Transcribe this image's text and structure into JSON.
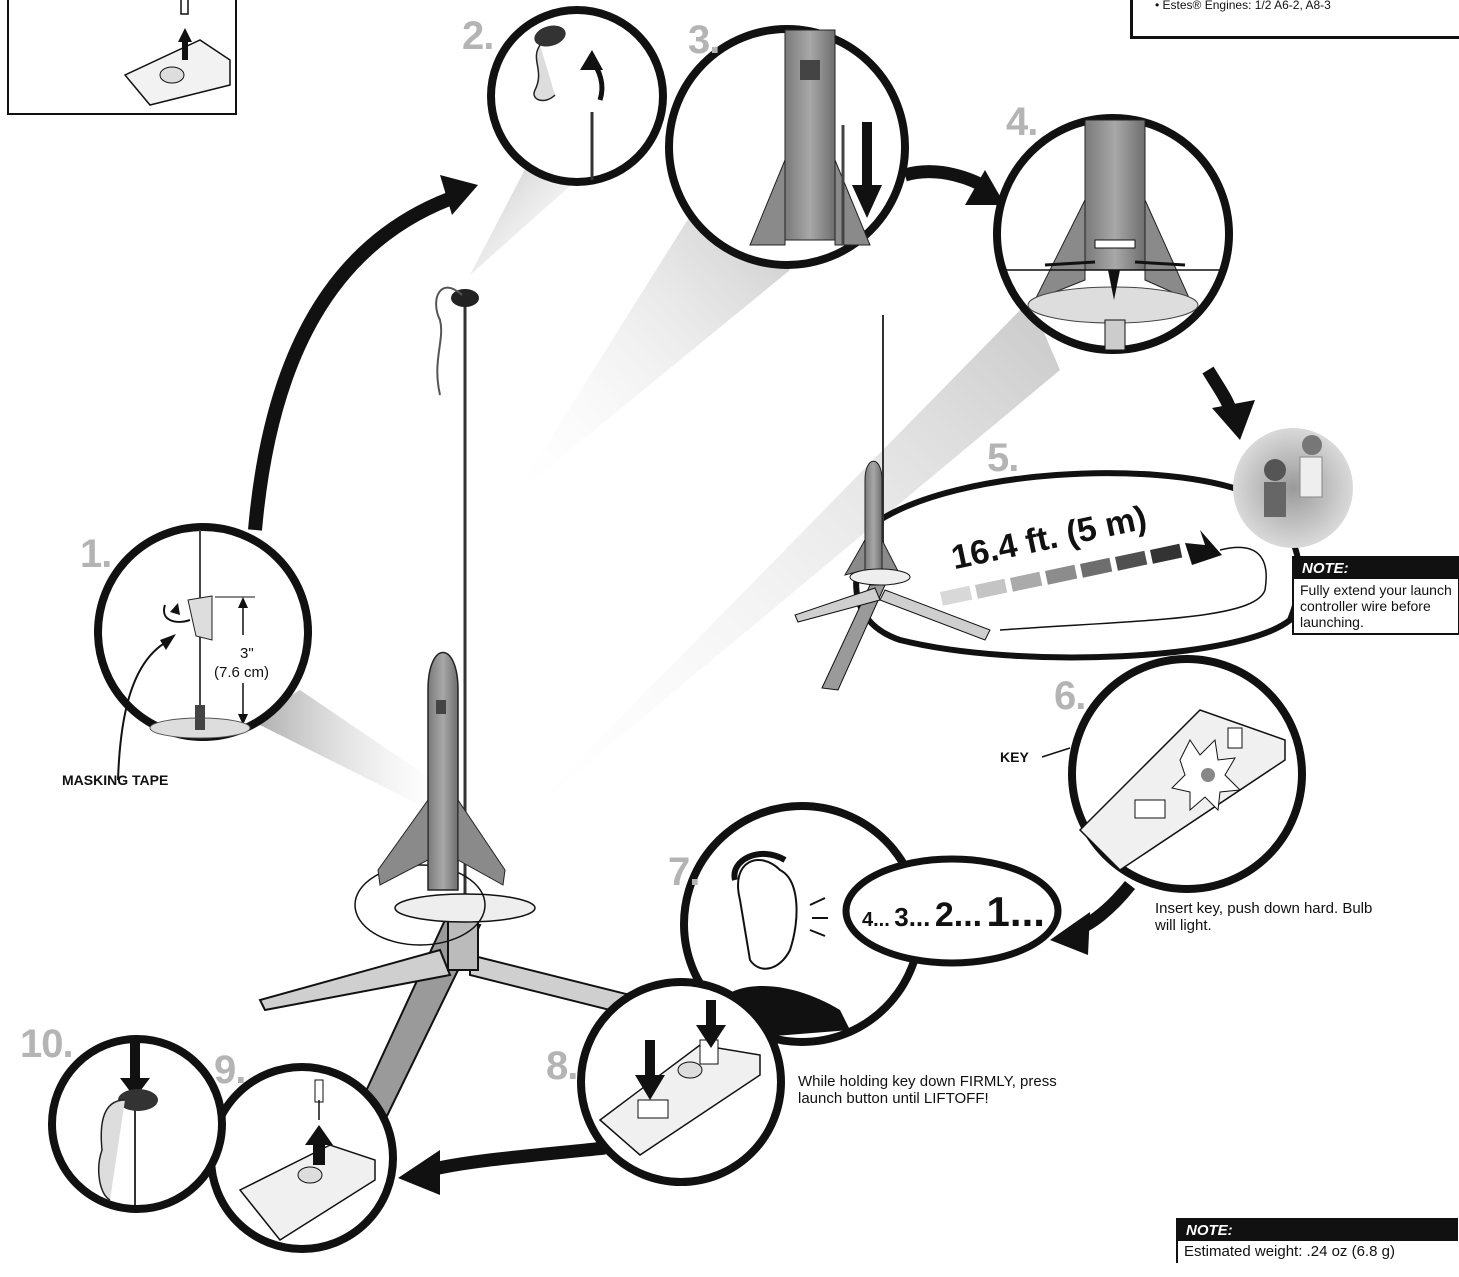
{
  "steps": {
    "s1": "1.",
    "s2": "2.",
    "s3": "3.",
    "s4": "4.",
    "s5": "5.",
    "s6": "6.",
    "s7": "7.",
    "s8": "8.",
    "s9": "9.",
    "s10": "10."
  },
  "specs": {
    "engines": "• Estes® Engines: 1/2 A6-2, A8-3"
  },
  "measure": {
    "inches": "3\"",
    "cm": "(7.6 cm)"
  },
  "masking_tape_label": "MASKING TAPE",
  "distance_label": "16.4 ft. (5 m)",
  "note_launch": {
    "heading": "NOTE:",
    "body": "Fully extend your launch controller wire before launching."
  },
  "key_label": "KEY",
  "step6_caption": "Insert key, push down hard. Bulb will light.",
  "countdown": {
    "c4": "4...",
    "c3": "3...",
    "c2": "2...",
    "c1": "1..."
  },
  "step8_caption": "While holding key down FIRMLY, press launch button until LIFTOFF!",
  "note_weight": {
    "heading": "NOTE:",
    "body": "Estimated weight: .24 oz (6.8 g)"
  },
  "colors": {
    "ink": "#111111",
    "step_gray": "#b4b4b4",
    "rocket_gray": "#8a8a8a"
  }
}
